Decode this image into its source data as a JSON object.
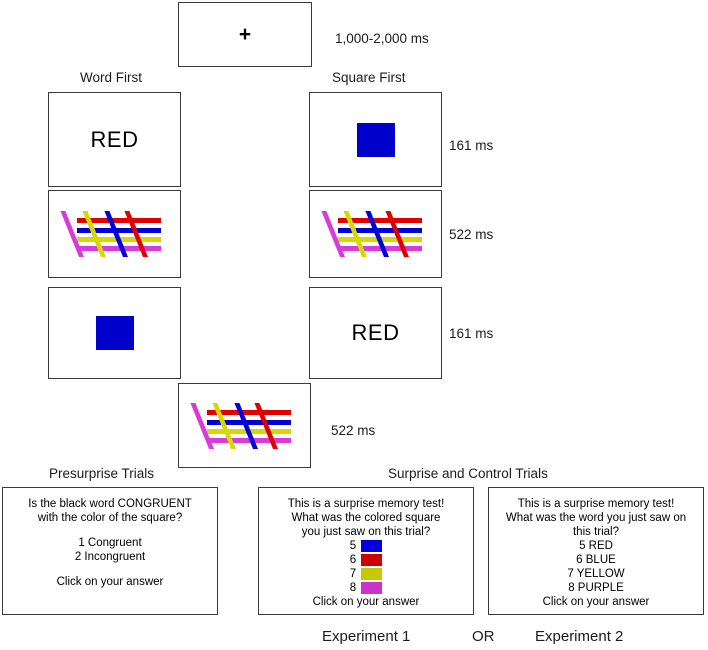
{
  "figure": {
    "column_labels": {
      "left": "Word First",
      "right": "Square First"
    },
    "section_labels": {
      "presurprise": "Presurprise Trials",
      "surprise": "Surprise and Control Trials"
    },
    "experiment_labels": {
      "left": "Experiment 1",
      "divider": "OR",
      "right": "Experiment 2"
    }
  },
  "fixation": {
    "glyph": "+",
    "duration": "1,000-2,000 ms"
  },
  "timings": {
    "row1": "161 ms",
    "row2": "522 ms",
    "row3": "161 ms",
    "row4": "522 ms"
  },
  "stimuli": {
    "word": "RED",
    "square_color": "#0000CC",
    "mask": {
      "horizontal_stripes": [
        "#E00000",
        "#0000D8",
        "#D8D800",
        "#D83CD8"
      ],
      "diagonal_stripes": [
        "#D83CD8",
        "#D8D800",
        "#0000D8",
        "#E00000"
      ]
    }
  },
  "panels": {
    "presurprise": {
      "lines": [
        "Is the black word CONGRUENT",
        "with the color of the square?"
      ],
      "options": [
        "1 Congruent",
        "2 Incongruent"
      ],
      "footer": "Click on your answer"
    },
    "experiment1": {
      "lines": [
        "This is a surprise memory test!",
        "What was the colored square",
        "you just saw on this trial?"
      ],
      "options": [
        {
          "num": "5",
          "color": "#0000DD"
        },
        {
          "num": "6",
          "color": "#CC0000"
        },
        {
          "num": "7",
          "color": "#C8C800"
        },
        {
          "num": "8",
          "color": "#CC33CC"
        }
      ],
      "footer": "Click on your answer"
    },
    "experiment2": {
      "lines": [
        "This is a surprise memory test!",
        "What was the word you just saw on",
        "this trial?"
      ],
      "options": [
        "5 RED",
        "6 BLUE",
        "7 YELLOW",
        "8 PURPLE"
      ],
      "footer": "Click on your answer"
    }
  }
}
